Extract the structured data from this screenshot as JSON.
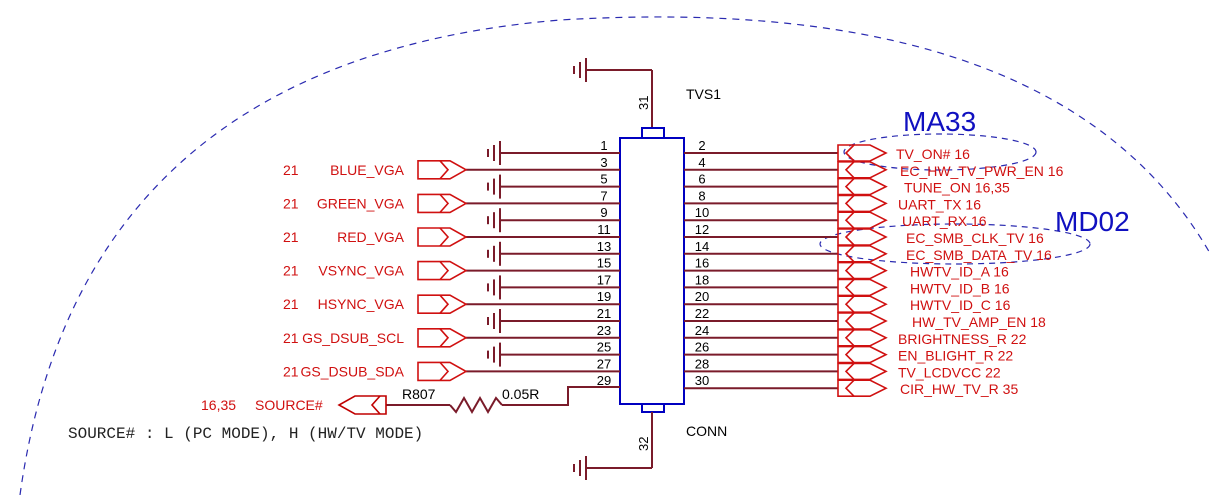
{
  "connector": {
    "refdes": "TVS1",
    "type": "CONN",
    "top_pin": "31",
    "bottom_pin": "32"
  },
  "left_pins": [
    {
      "pin": "1",
      "net": "",
      "page": ""
    },
    {
      "pin": "3",
      "net": "BLUE_VGA",
      "page": "21"
    },
    {
      "pin": "5",
      "net": "",
      "page": ""
    },
    {
      "pin": "7",
      "net": "GREEN_VGA",
      "page": "21"
    },
    {
      "pin": "9",
      "net": "",
      "page": ""
    },
    {
      "pin": "11",
      "net": "RED_VGA",
      "page": "21"
    },
    {
      "pin": "13",
      "net": "",
      "page": ""
    },
    {
      "pin": "15",
      "net": "VSYNC_VGA",
      "page": "21"
    },
    {
      "pin": "17",
      "net": "",
      "page": ""
    },
    {
      "pin": "19",
      "net": "HSYNC_VGA",
      "page": "21"
    },
    {
      "pin": "21",
      "net": "",
      "page": ""
    },
    {
      "pin": "23",
      "net": "GS_DSUB_SCL",
      "page": "21"
    },
    {
      "pin": "25",
      "net": "",
      "page": ""
    },
    {
      "pin": "27",
      "net": "GS_DSUB_SDA",
      "page": "21"
    },
    {
      "pin": "29",
      "net": "SOURCE#",
      "page": "16,35"
    }
  ],
  "right_pins": [
    {
      "pin": "2",
      "net": "TV_ON#",
      "page": "16"
    },
    {
      "pin": "4",
      "net": "EC_HW_TV_PWR_EN",
      "page": "16"
    },
    {
      "pin": "6",
      "net": "TUNE_ON",
      "page": "16,35"
    },
    {
      "pin": "8",
      "net": "UART_TX",
      "page": "16"
    },
    {
      "pin": "10",
      "net": "UART_RX",
      "page": "16"
    },
    {
      "pin": "12",
      "net": "EC_SMB_CLK_TV",
      "page": "16"
    },
    {
      "pin": "14",
      "net": "EC_SMB_DATA_TV",
      "page": "16"
    },
    {
      "pin": "16",
      "net": "HWTV_ID_A",
      "page": "16"
    },
    {
      "pin": "18",
      "net": "HWTV_ID_B",
      "page": "16"
    },
    {
      "pin": "20",
      "net": "HWTV_ID_C",
      "page": "16"
    },
    {
      "pin": "22",
      "net": "HW_TV_AMP_EN",
      "page": "18"
    },
    {
      "pin": "24",
      "net": "BRIGHTNESS_R",
      "page": "22"
    },
    {
      "pin": "26",
      "net": "EN_BLIGHT_R",
      "page": "22"
    },
    {
      "pin": "28",
      "net": "TV_LCDVCC",
      "page": "22"
    },
    {
      "pin": "30",
      "net": "CIR_HW_TV_R",
      "page": "35"
    }
  ],
  "resistor": {
    "refdes": "R807",
    "value": "0.05R"
  },
  "source_net": {
    "page": "16,35",
    "name": "SOURCE#"
  },
  "annotations": {
    "ma33": "MA33",
    "md02": "MD02",
    "note": "SOURCE# : L (PC MODE), H (HW/TV MODE)"
  },
  "colors": {
    "wire": "#7a1b2a",
    "net_label": "#d01010",
    "annotation": "#1010c0",
    "body_outline": "#0000c0"
  }
}
